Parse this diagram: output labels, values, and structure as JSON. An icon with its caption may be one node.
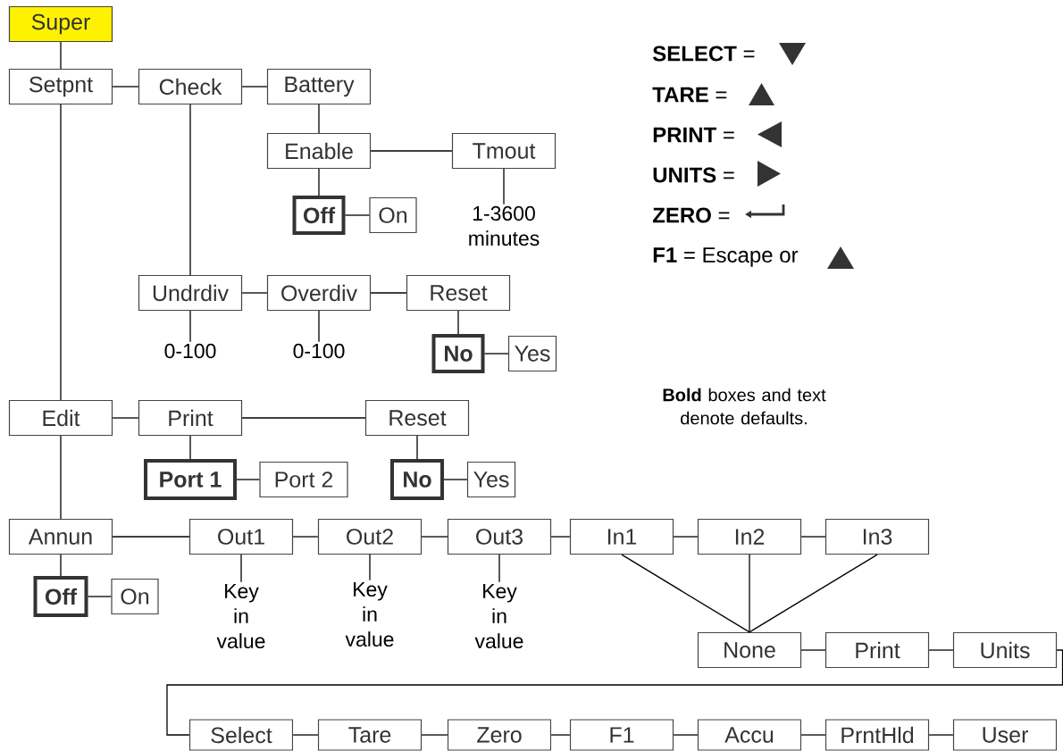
{
  "diagram": {
    "nodes": [
      {
        "text": [
          "Super"
        ]
      },
      {
        "text": [
          "Setpnt"
        ]
      },
      {
        "text": [
          "Check"
        ]
      },
      {
        "text": [
          "Battery"
        ]
      },
      {
        "text": [
          "Enable"
        ]
      },
      {
        "text": [
          "Tmout"
        ]
      },
      {
        "text": [
          "Off"
        ]
      },
      {
        "text": [
          "On"
        ]
      },
      {
        "text": [
          "1-3600 minutes"
        ]
      },
      {
        "text": [
          "Undrdiv"
        ]
      },
      {
        "text": [
          "Overdiv"
        ]
      },
      {
        "text": [
          "Reset"
        ]
      },
      {
        "text": [
          "0-100"
        ]
      },
      {
        "text": [
          "0-100"
        ]
      },
      {
        "text": [
          "No"
        ]
      },
      {
        "text": [
          "Yes"
        ]
      },
      {
        "text": [
          "Edit"
        ]
      },
      {
        "text": [
          "Print"
        ]
      },
      {
        "text": [
          "Reset"
        ]
      },
      {
        "text": [
          "Port 1"
        ]
      },
      {
        "text": [
          "Port 2"
        ]
      },
      {
        "text": [
          "No"
        ]
      },
      {
        "text": [
          "Yes"
        ]
      },
      {
        "text": [
          "Annun"
        ]
      },
      {
        "text": [
          "Out1"
        ]
      },
      {
        "text": [
          "Out2"
        ]
      },
      {
        "text": [
          "Out3"
        ]
      },
      {
        "text": [
          "In1"
        ]
      },
      {
        "text": [
          "In2"
        ]
      },
      {
        "text": [
          "In3"
        ]
      },
      {
        "text": [
          "Off"
        ]
      },
      {
        "text": [
          "On"
        ]
      },
      {
        "text": [
          "Key in value"
        ]
      },
      {
        "text": [
          "Key in value"
        ]
      },
      {
        "text": [
          "Key in value"
        ]
      },
      {
        "text": [
          "None"
        ]
      },
      {
        "text": [
          "Print"
        ]
      },
      {
        "text": [
          "Units"
        ]
      },
      {
        "text": [
          "Select"
        ]
      },
      {
        "text": [
          "Tare"
        ]
      },
      {
        "text": [
          "Zero"
        ]
      },
      {
        "text": [
          "F1"
        ]
      },
      {
        "text": [
          "Accu"
        ]
      },
      {
        "text": [
          "PrntHld"
        ]
      },
      {
        "text": [
          "User"
        ]
      }
    ],
    "edges": [
      {
        "from": 0,
        "to": 1,
        "arrow": "none"
      },
      {
        "from": 1,
        "to": 2,
        "arrow": "none"
      },
      {
        "from": 2,
        "to": 3,
        "arrow": "none"
      },
      {
        "from": 3,
        "to": 4,
        "arrow": "none"
      },
      {
        "from": 4,
        "to": 5,
        "arrow": "none"
      },
      {
        "from": 4,
        "to": 6,
        "arrow": "none"
      },
      {
        "from": 6,
        "to": 7,
        "arrow": "none"
      },
      {
        "from": 5,
        "to": 8,
        "arrow": "none"
      },
      {
        "from": 2,
        "to": 9,
        "arrow": "none"
      },
      {
        "from": 9,
        "to": 10,
        "arrow": "none"
      },
      {
        "from": 10,
        "to": 11,
        "arrow": "none"
      },
      {
        "from": 9,
        "to": 12,
        "arrow": "none"
      },
      {
        "from": 10,
        "to": 13,
        "arrow": "none"
      },
      {
        "from": 11,
        "to": 14,
        "arrow": "none"
      },
      {
        "from": 14,
        "to": 15,
        "arrow": "none"
      },
      {
        "from": 1,
        "to": 16,
        "arrow": "none"
      },
      {
        "from": 16,
        "to": 17,
        "arrow": "none"
      },
      {
        "from": 17,
        "to": 18,
        "arrow": "none"
      },
      {
        "from": 17,
        "to": 19,
        "arrow": "none"
      },
      {
        "from": 19,
        "to": 20,
        "arrow": "none"
      },
      {
        "from": 18,
        "to": 21,
        "arrow": "none"
      },
      {
        "from": 21,
        "to": 22,
        "arrow": "none"
      },
      {
        "from": 16,
        "to": 23,
        "arrow": "none"
      },
      {
        "from": 23,
        "to": 24,
        "arrow": "none"
      },
      {
        "from": 23,
        "to": 30,
        "arrow": "none"
      },
      {
        "from": 30,
        "to": 31,
        "arrow": "none"
      },
      {
        "from": 24,
        "to": 25,
        "arrow": "none"
      },
      {
        "from": 25,
        "to": 26,
        "arrow": "none"
      },
      {
        "from": 26,
        "to": 27,
        "arrow": "none"
      },
      {
        "from": 27,
        "to": 28,
        "arrow": "none"
      },
      {
        "from": 28,
        "to": 29,
        "arrow": "none"
      },
      {
        "from": 24,
        "to": 32,
        "arrow": "none"
      },
      {
        "from": 25,
        "to": 33,
        "arrow": "none"
      },
      {
        "from": 26,
        "to": 34,
        "arrow": "none"
      },
      {
        "from": 27,
        "to": 35,
        "arrow": "none"
      },
      {
        "from": 28,
        "to": 35,
        "arrow": "none"
      },
      {
        "from": 29,
        "to": 35,
        "arrow": "none"
      },
      {
        "from": 35,
        "to": 36,
        "arrow": "none"
      },
      {
        "from": 36,
        "to": 37,
        "arrow": "none"
      },
      {
        "from": 37,
        "to": 38,
        "arrow": "none"
      },
      {
        "from": 38,
        "to": 39,
        "arrow": "none"
      },
      {
        "from": 39,
        "to": 40,
        "arrow": "none"
      },
      {
        "from": 40,
        "to": 41,
        "arrow": "none"
      },
      {
        "from": 41,
        "to": 42,
        "arrow": "none"
      },
      {
        "from": 42,
        "to": 43,
        "arrow": "none"
      },
      {
        "from": 43,
        "to": 44,
        "arrow": "none"
      }
    ],
    "labels": [
      "**SELECT** =",
      "**TARE** =",
      "**PRINT** =",
      "**UNITS** =",
      "**ZERO** =",
      "**F1** = Escape or",
      "**Bold** boxes and text denote defaults."
    ]
  }
}
